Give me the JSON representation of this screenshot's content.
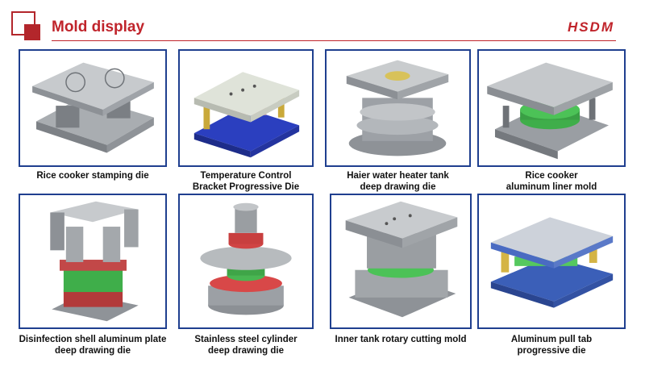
{
  "header": {
    "title": "Mold display",
    "brand": "HSDM"
  },
  "items": [
    {
      "caption": "Rice cooker stamping die"
    },
    {
      "caption": "Temperature Control\nBracket Progressive Die"
    },
    {
      "caption": "Haier water heater tank\ndeep drawing die"
    },
    {
      "caption": "Rice cooker\naluminum liner mold"
    },
    {
      "caption": "Disinfection shell aluminum plate\ndeep drawing die"
    },
    {
      "caption": "Stainless steel cylinder\ndeep drawing die"
    },
    {
      "caption": "Inner tank rotary cutting mold"
    },
    {
      "caption": "Aluminum pull tab\nprogressive die"
    }
  ],
  "colors": {
    "accent": "#c0242b",
    "frame": "#1f3f8f"
  }
}
